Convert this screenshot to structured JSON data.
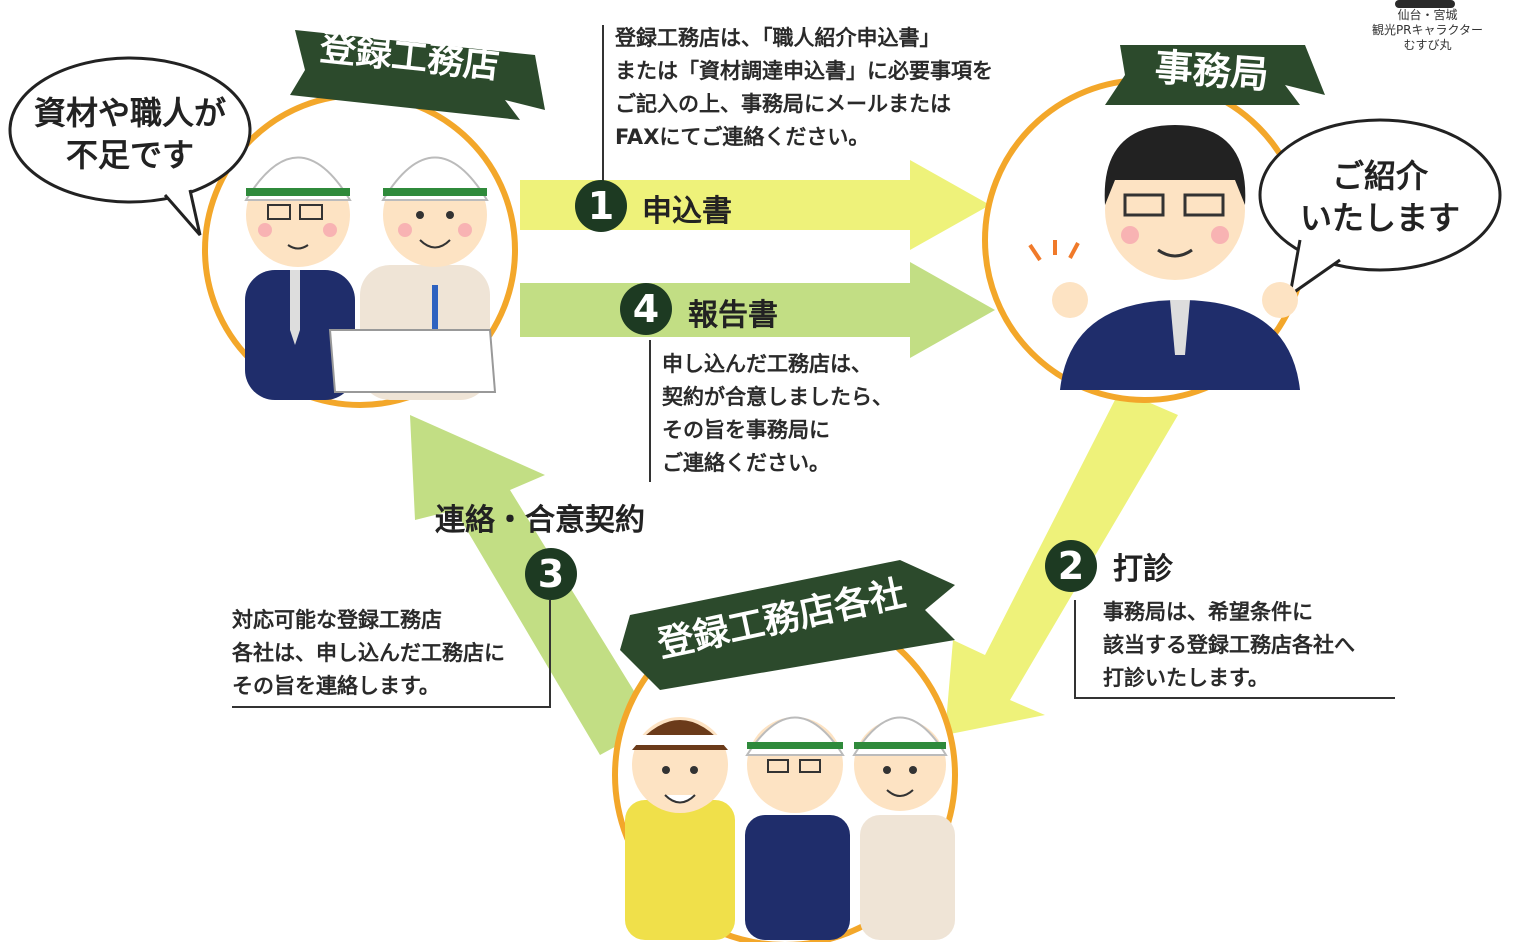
{
  "nodes": {
    "builder": {
      "banner": "登録工務店",
      "bubble": "資材や職人が\n不足です"
    },
    "office": {
      "banner": "事務局",
      "bubble": "ご紹介\nいたします"
    },
    "companies": {
      "banner": "登録工務店各社"
    }
  },
  "steps": [
    {
      "number": "1",
      "label": "申込書",
      "description": "登録工務店は、「職人紹介申込書」\nまたは「資材調達申込書」に必要事項を\nご記入の上、事務局にメールまたは\nFAXにてご連絡ください。"
    },
    {
      "number": "2",
      "label": "打診",
      "description": "事務局は、希望条件に\n該当する登録工務店各社へ\n打診いたします。"
    },
    {
      "number": "3",
      "label": "連絡・合意契約",
      "description": "対応可能な登録工務店\n各社は、申し込んだ工務店に\nその旨を連絡します。"
    },
    {
      "number": "4",
      "label": "報告書",
      "description": "申し込んだ工務店は、\n契約が合意しましたら、\nその旨を事務局に\nご連絡ください。"
    }
  ],
  "character_credit": "仙台・宮城\n観光PRキャラクター\nむすび丸",
  "colors": {
    "banner_green": "#2c4a2c",
    "circle_orange": "#f3a72a",
    "arrow_yellow": "#eef27a",
    "arrow_green": "#c2de84",
    "badge_green": "#1d3a22",
    "suit_navy": "#1f2d6b"
  }
}
